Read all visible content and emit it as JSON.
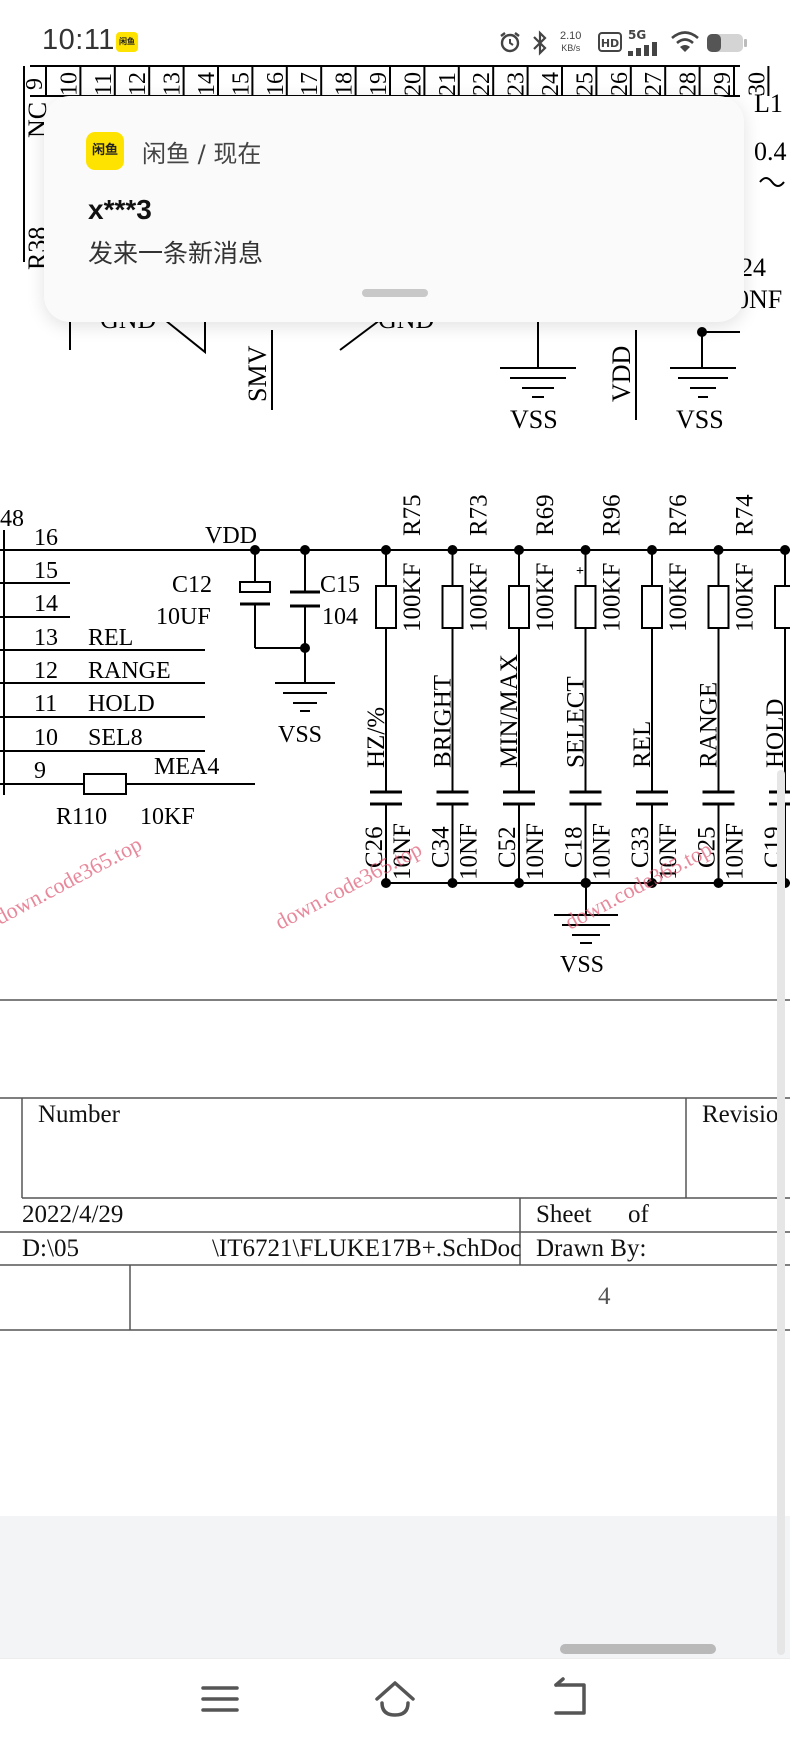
{
  "status_bar": {
    "time": "10:11",
    "app_badge": "闲鱼",
    "net_speed_value": "2.10",
    "net_speed_unit": "KB/s",
    "hd_label": "HD",
    "network_label": "5G",
    "icons": [
      "alarm-icon",
      "bluetooth-icon",
      "signal-icon",
      "wifi-icon",
      "battery-icon"
    ]
  },
  "notification": {
    "app_name": "闲鱼",
    "header": "闲鱼 / 现在",
    "title": "x***3",
    "body": "发来一条新消息"
  },
  "schematic": {
    "pin_numbers_top": [
      "9",
      "10",
      "11",
      "12",
      "13",
      "14",
      "15",
      "16",
      "17",
      "18",
      "19",
      "20",
      "21",
      "22",
      "23",
      "24",
      "25",
      "26",
      "27",
      "28",
      "29",
      "30"
    ],
    "top_labels": {
      "nc": "NC",
      "r38": "R38",
      "gnd_left": "GND",
      "gnd_right": "GND",
      "smv": "SMV",
      "vdd": "VDD",
      "vss_1": "VSS",
      "vss_2": "VSS",
      "l1": "L1",
      "l1_value": "0.4",
      "cap_ref": "24",
      "cap_value": "0NF"
    },
    "ic_pin_top": "48",
    "pins": [
      {
        "num": "16",
        "net": ""
      },
      {
        "num": "15",
        "net": ""
      },
      {
        "num": "14",
        "net": ""
      },
      {
        "num": "13",
        "net": "REL"
      },
      {
        "num": "12",
        "net": "RANGE"
      },
      {
        "num": "11",
        "net": "HOLD"
      },
      {
        "num": "10",
        "net": "SEL8"
      },
      {
        "num": "9",
        "net": "MEA4"
      }
    ],
    "vdd_label": "VDD",
    "c12_ref": "C12",
    "c12_value": "10UF",
    "c15_ref": "C15",
    "c15_value": "104",
    "vss_mid": "VSS",
    "r110_ref": "R110",
    "r110_value": "10KF",
    "resistors": [
      {
        "ref": "R75",
        "value": "100KF",
        "net": "HZ/%",
        "cap": "C26",
        "cap_value": "10NF"
      },
      {
        "ref": "R73",
        "value": "100KF",
        "net": "BRIGHT",
        "cap": "C34",
        "cap_value": "10NF"
      },
      {
        "ref": "R69",
        "value": "100KF",
        "net": "MIN/MAX",
        "cap": "C52",
        "cap_value": "10NF"
      },
      {
        "ref": "R96",
        "value": "100KF",
        "net": "SELECT",
        "cap": "C18",
        "cap_value": "10NF"
      },
      {
        "ref": "R76",
        "value": "100KF",
        "net": "REL",
        "cap": "C33",
        "cap_value": "10NF"
      },
      {
        "ref": "R74",
        "value": "100KF",
        "net": "RANGE",
        "cap": "C25",
        "cap_value": "10NF"
      },
      {
        "ref": "",
        "value": "",
        "net": "HOLD",
        "cap": "C19",
        "cap_value": ""
      }
    ],
    "vss_bottom": "VSS",
    "watermark": "down.code365.top"
  },
  "title_block": {
    "number_label": "Number",
    "revision_label": "Revisio",
    "date": "2022/4/29",
    "sheet_label": "Sheet",
    "of_label": "of",
    "path": "D:\\05",
    "file": "\\IT6721\\FLUKE17B+.SchDoc",
    "drawn_by_label": "Drawn By:",
    "page_number": "4"
  },
  "nav_bar": {
    "buttons": [
      "menu-icon",
      "home-icon",
      "back-icon"
    ]
  },
  "colors": {
    "notification_bg": "#fafafa",
    "xianyu_yellow": "#ffe300",
    "watermark": "#e0607a",
    "bottom_gray": "#f3f4f6"
  }
}
